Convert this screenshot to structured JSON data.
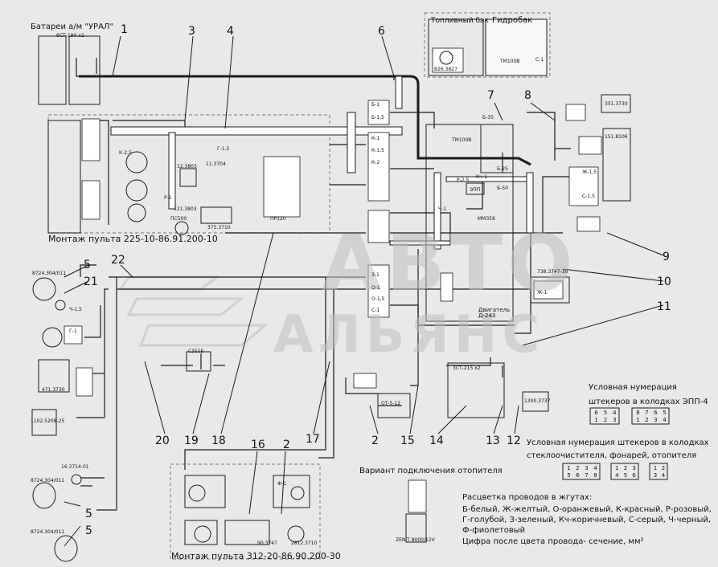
{
  "titles": {
    "batteries": "Батареи а/м \"УРАЛ\"",
    "battery_model": "6СТ-190 х2",
    "fuel_tank": "Топливный бак",
    "hydro_tank": "Гидробак",
    "panel1": "Монтаж пульта 225-10-86.91.200-10",
    "panel2": "Монтаж пульта 312-20-86.90.200-30",
    "heater_variant": "Вариант подключения отопителя",
    "plug_numbering_epp": "Условная нумерация\nштекеров в колодках ЭПП-4",
    "plug_numbering_wiper": "Условная нумерация штекеров в колодках\nстеклоочистителя, фонарей, отопителя",
    "wire_colors_title": "Расцветка проводов в жгутах:",
    "wire_colors_line1": "Б-белый, Ж-желтый, О-оранжевый, К-красный, Р-розовый,",
    "wire_colors_line2": "Г-голубой, З-зеленый, Кч-коричневый, С-серый, Ч-черный,",
    "wire_colors_line3": "Ф-фиолетовый",
    "wire_colors_line4": "Цифра после цвета провода- сечение, мм²",
    "engine": "Двигатель\nД-243"
  },
  "components": {
    "b26": "В26.3827",
    "tm100v_tank": "ТМ100В",
    "c1": "С-1",
    "c351": "351.3730",
    "c151": "151.8106",
    "tm100v_engine": "ТМ100В",
    "epp": "ЭПП",
    "mm358": "ММ358",
    "c738": "738.3747-30",
    "c3ct": "3СТ-215 х2",
    "c1300": "1300.3737",
    "ot": "ОТ-5-12",
    "c8724_a": "8724.304/011",
    "c8724_b": "8724.304/011",
    "c8724_c": "8724.304/011",
    "c471": "471.3730",
    "c1102": "1102.5208-25",
    "c16": "16.3714-01",
    "s311b": "С311Б",
    "ps500": "ПС500",
    "pr120": "ПР120",
    "c375": "375.3710",
    "c121": "121.3803",
    "c12_3803": "12.3803",
    "c11_3704": "11.3704",
    "c2812": "2812.3710",
    "c90": "90.3747",
    "zenit": "ZENIT 8000/12V"
  },
  "callouts": [
    "1",
    "2",
    "3",
    "4",
    "5",
    "5",
    "5",
    "6",
    "7",
    "8",
    "9",
    "10",
    "11",
    "12",
    "13",
    "14",
    "15",
    "16",
    "17",
    "18",
    "19",
    "20",
    "21",
    "22",
    "2"
  ],
  "plug_grids": {
    "epp_a": [
      "6",
      "5",
      "4",
      "1",
      "2",
      "3"
    ],
    "epp_b": [
      "8",
      "7",
      "6",
      "5",
      "1",
      "2",
      "3",
      "4"
    ],
    "wiper_a": [
      "1",
      "2",
      "3",
      "4",
      "5",
      "6",
      "7",
      "8"
    ],
    "wiper_b": [
      "1",
      "2",
      "3",
      "4",
      "5",
      "6"
    ],
    "wiper_c": [
      "1",
      "2",
      "3",
      "4"
    ]
  },
  "wire_tags": [
    "Б-1",
    "Б-1,5",
    "К-1",
    "К-1,5",
    "К-2",
    "К-2,5",
    "Кч-1",
    "Ч-1",
    "Ч-1,5",
    "Г-1",
    "Г-1,5",
    "Р-2,5",
    "Р-1",
    "З-1",
    "О-1",
    "О-1,5",
    "Ж-1",
    "Ф-1",
    "С-1",
    "Б-25",
    "Б-50",
    "Б-35",
    "Ж-1,5",
    "С-1,5"
  ],
  "colors": {
    "background": "#e9e9e9",
    "line": "#1a1a1a",
    "frame_dash": "#8a8a8a",
    "harness_fill": "#ffffff",
    "watermark": "#bdbdbd"
  },
  "watermark": {
    "top": "АВТО",
    "bottom": "АЛЬЯНС"
  }
}
